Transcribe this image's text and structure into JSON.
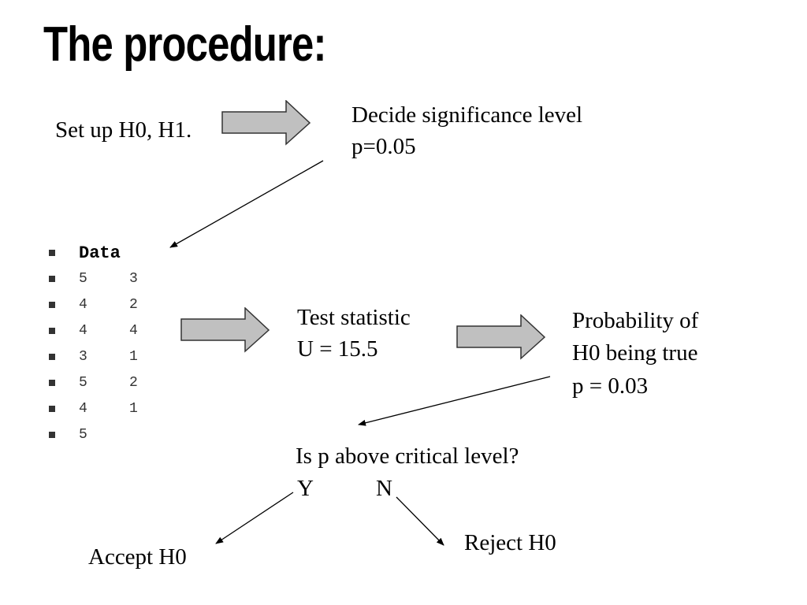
{
  "slide": {
    "title": "The procedure:",
    "setup_label": "Set up H0, H1.",
    "significance": {
      "line1": "Decide significance level",
      "line2": "p=0.05"
    },
    "data_header": "Data",
    "data_rows": [
      [
        "5",
        "3"
      ],
      [
        "4",
        "2"
      ],
      [
        "4",
        "4"
      ],
      [
        "3",
        "1"
      ],
      [
        "5",
        "2"
      ],
      [
        "4",
        "1"
      ],
      [
        "5",
        ""
      ]
    ],
    "test_statistic": {
      "line1": "Test statistic",
      "line2": "U = 15.5"
    },
    "probability": {
      "line1": "Probability of",
      "line2": "H0 being true",
      "line3": "p = 0.03"
    },
    "question": {
      "line1": "Is p above critical level?",
      "yes": "Y",
      "no": "N"
    },
    "accept_label": "Accept H0",
    "reject_label": "Reject H0"
  },
  "colors": {
    "arrow_fill": "#c0c0c0",
    "arrow_stroke": "#333333",
    "text": "#000000"
  }
}
